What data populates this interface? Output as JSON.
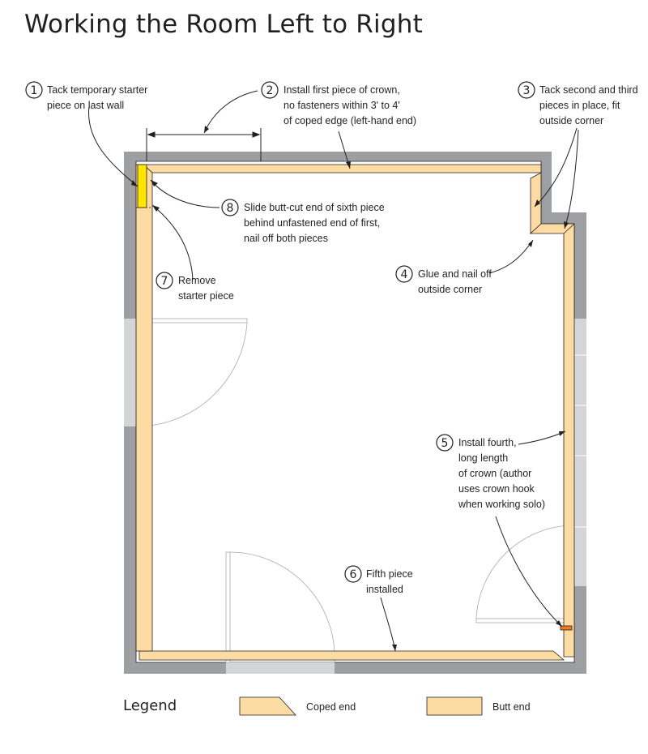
{
  "title": "Working the Room Left to Right",
  "colors": {
    "wall": "#9d9fa2",
    "wall_light": "#d4d5d7",
    "crown": "#fddca3",
    "starter": "#ffe600",
    "outline": "#231f20",
    "marker": "#f47920"
  },
  "steps": [
    {
      "number": "1",
      "lines": [
        "Tack temporary starter",
        "piece on last wall"
      ]
    },
    {
      "number": "2",
      "lines": [
        "Install first piece of crown,",
        "no fasteners within 3' to 4'",
        "of coped edge (left-hand end)"
      ]
    },
    {
      "number": "3",
      "lines": [
        "Tack second and third",
        "pieces in place, fit",
        "outside corner"
      ]
    },
    {
      "number": "4",
      "lines": [
        "Glue and nail off",
        "outside corner"
      ]
    },
    {
      "number": "5",
      "lines": [
        "Install fourth,",
        "long length",
        "of crown (author",
        "uses crown hook",
        "when working solo)"
      ]
    },
    {
      "number": "6",
      "lines": [
        "Fifth piece",
        "installed"
      ]
    },
    {
      "number": "7",
      "lines": [
        "Remove",
        "starter piece"
      ]
    },
    {
      "number": "8",
      "lines": [
        "Slide butt-cut end of sixth piece",
        "behind unfastened end of first,",
        "nail off both pieces"
      ]
    }
  ],
  "legend": {
    "title": "Legend",
    "coped_label": "Coped end",
    "butt_label": "Butt end"
  }
}
